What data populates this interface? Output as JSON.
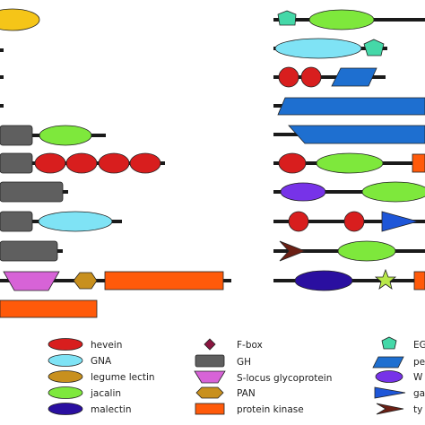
{
  "colors": {
    "backbone": "#1a1a1a",
    "hevein": "#d81e1e",
    "gna": "#7fe3f5",
    "legume_lectin": "#c8901e",
    "jacalin": "#7ee83c",
    "malectin": "#2a0fa0",
    "fbox": "#8a1540",
    "gh": "#5f5f5f",
    "s_locus": "#d763d7",
    "pan": "#c8901e",
    "protein_kinase": "#ff5a0a",
    "eg": "#45d8a8",
    "pe": "#1e6fd0",
    "w": "#7733e8",
    "ga": "#1e56d8",
    "ty": "#6b1f14",
    "nictaba": "#b8e84a",
    "outline": "#222222"
  },
  "legend": {
    "col1": [
      {
        "key": "hevein",
        "label": "hevein"
      },
      {
        "key": "gna",
        "label": "GNA"
      },
      {
        "key": "legume_lectin",
        "label": "legume lectin"
      },
      {
        "key": "jacalin",
        "label": "jacalin"
      },
      {
        "key": "malectin",
        "label": "malectin"
      }
    ],
    "col2": [
      {
        "key": "fbox",
        "label": "F-box"
      },
      {
        "key": "gh",
        "label": "GH"
      },
      {
        "key": "s_locus",
        "label": "S-locus glycoprotein"
      },
      {
        "key": "pan",
        "label": "PAN"
      },
      {
        "key": "protein_kinase",
        "label": "protein kinase"
      }
    ],
    "col3": [
      {
        "key": "eg",
        "label": "EG"
      },
      {
        "key": "pe",
        "label": "pe"
      },
      {
        "key": "w",
        "label": "W"
      },
      {
        "key": "ga",
        "label": "ga"
      },
      {
        "key": "ty",
        "label": "ty"
      }
    ]
  }
}
